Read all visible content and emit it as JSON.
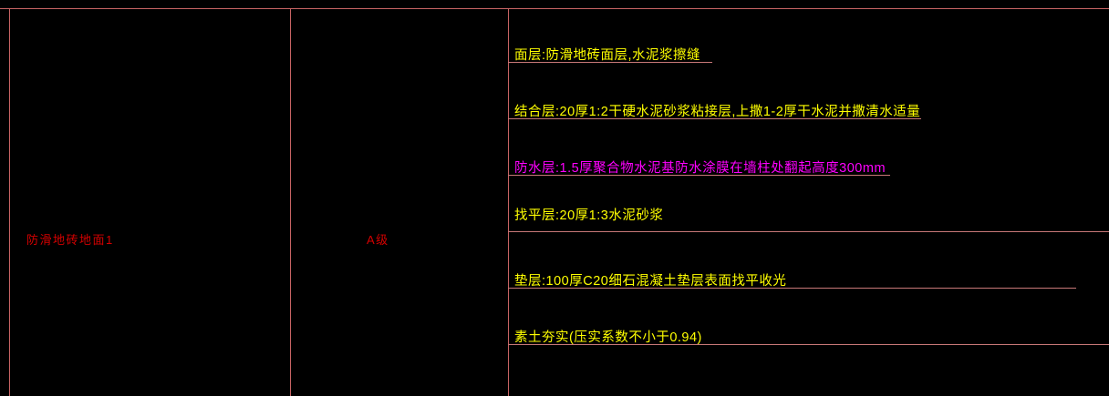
{
  "drawing": {
    "background_color": "#000000",
    "line_color": "#c86464",
    "leader_color": "#c87878"
  },
  "table": {
    "columns": [
      {
        "name": "name-column",
        "label_color": "#d40000"
      },
      {
        "name": "grade-column",
        "label_color": "#d40000"
      },
      {
        "name": "construction-notes-column",
        "label_color": "#ffff00"
      }
    ],
    "row": {
      "name": "防滑地砖地面1",
      "grade": "A级"
    }
  },
  "notes": [
    {
      "id": "layer-surface",
      "text": "面层:防滑地砖面层,水泥浆擦缝",
      "color": "#ffff00"
    },
    {
      "id": "layer-bonding",
      "text": "结合层:20厚1:2干硬水泥砂浆粘接层,上撒1-2厚干水泥并撒清水适量",
      "color": "#ffff00"
    },
    {
      "id": "layer-waterproof",
      "text": "防水层:1.5厚聚合物水泥基防水涂膜在墙柱处翻起高度300mm",
      "color": "#ff00ff"
    },
    {
      "id": "layer-leveling",
      "text": "找平层:20厚1:3水泥砂浆",
      "color": "#ffff00"
    },
    {
      "id": "layer-cushion",
      "text": "垫层:100厚C20细石混凝土垫层表面找平收光",
      "color": "#ffff00"
    },
    {
      "id": "layer-subgrade",
      "text": "素土夯实(压实系数不小于0.94)",
      "color": "#ffff00"
    }
  ]
}
